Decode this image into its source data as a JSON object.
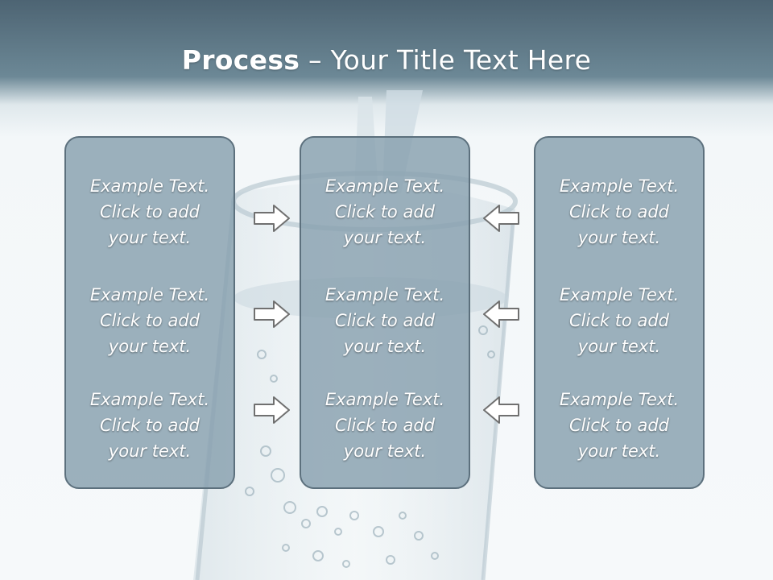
{
  "title": {
    "bold": "Process",
    "rest": " – Your Title Text Here"
  },
  "columns": [
    {
      "items": [
        "Example Text.\nClick  to add\nyour text.",
        "Example Text.\nClick  to add\nyour text.",
        "Example Text.\nClick  to add\nyour text."
      ]
    },
    {
      "items": [
        "Example Text.\nClick  to add\nyour text.",
        "Example Text.\nClick  to add\nyour text.",
        "Example Text.\nClick  to add\nyour text."
      ]
    },
    {
      "items": [
        "Example Text.\nClick  to add\nyour text.",
        "Example Text.\nClick  to add\nyour text.",
        "Example Text.\nClick  to add\nyour text."
      ]
    }
  ],
  "colors": {
    "header": "#5e7886",
    "panel": "#87a0af",
    "panel_border": "#5c707d",
    "arrow_fill": "#ffffff",
    "arrow_stroke": "#707070"
  }
}
